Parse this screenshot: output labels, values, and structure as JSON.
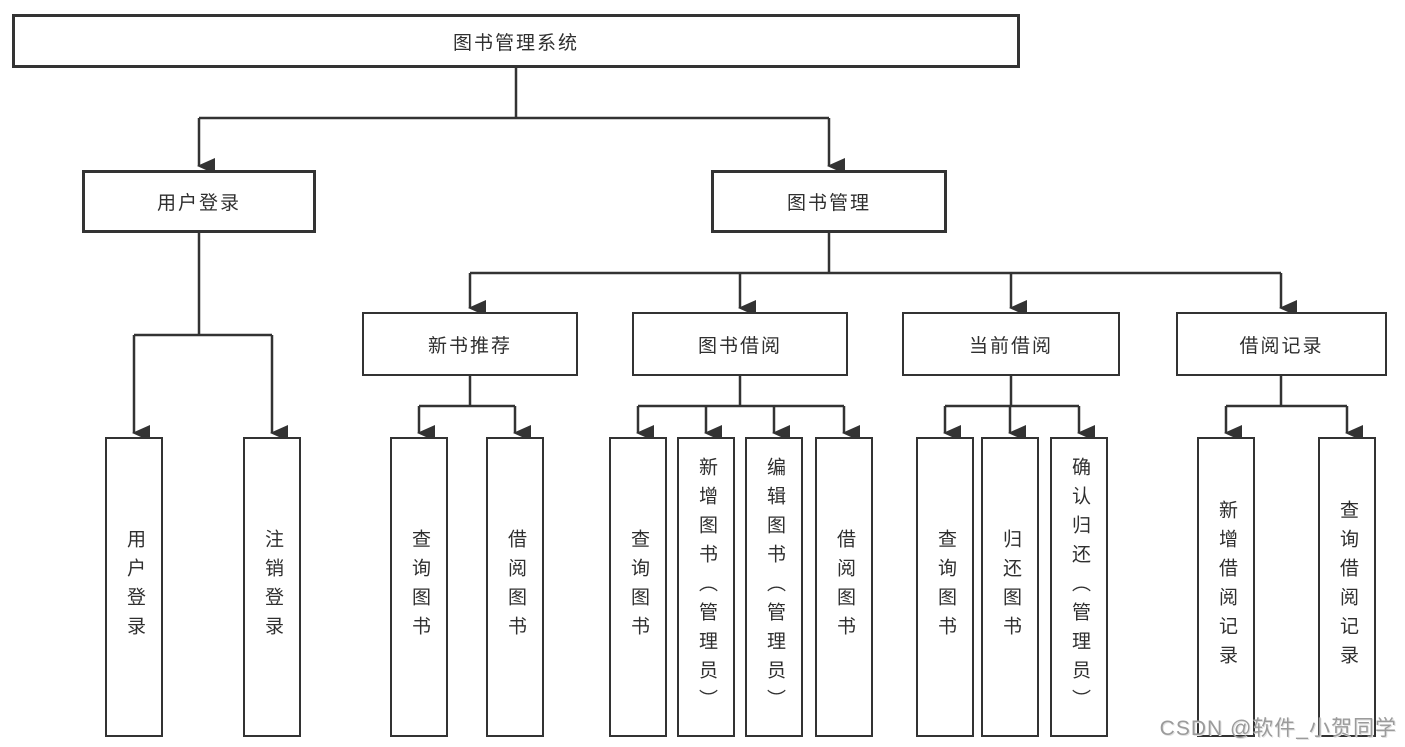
{
  "tree": {
    "label": "图书管理系统",
    "children": [
      {
        "label": "用户登录",
        "children": [
          {
            "label": "用户登录"
          },
          {
            "label": "注销登录"
          }
        ]
      },
      {
        "label": "图书管理",
        "children": [
          {
            "label": "新书推荐",
            "children": [
              {
                "label": "查询图书"
              },
              {
                "label": "借阅图书"
              }
            ]
          },
          {
            "label": "图书借阅",
            "children": [
              {
                "label": "查询图书"
              },
              {
                "label": "新增图书（管理员）"
              },
              {
                "label": "编辑图书（管理员）"
              },
              {
                "label": "借阅图书"
              }
            ]
          },
          {
            "label": "当前借阅",
            "children": [
              {
                "label": "查询图书"
              },
              {
                "label": "归还图书"
              },
              {
                "label": "确认归还（管理员）"
              }
            ]
          },
          {
            "label": "借阅记录",
            "children": [
              {
                "label": "新增借阅记录"
              },
              {
                "label": "查询借阅记录"
              }
            ]
          }
        ]
      }
    ]
  },
  "watermark": {
    "text": "CSDN @软件_小贺同学"
  },
  "colors": {
    "line": "#333333",
    "box_border": "#333333",
    "box_background": "#ffffff",
    "text": "#2f2f2f",
    "watermark": "#9b9b9b"
  }
}
